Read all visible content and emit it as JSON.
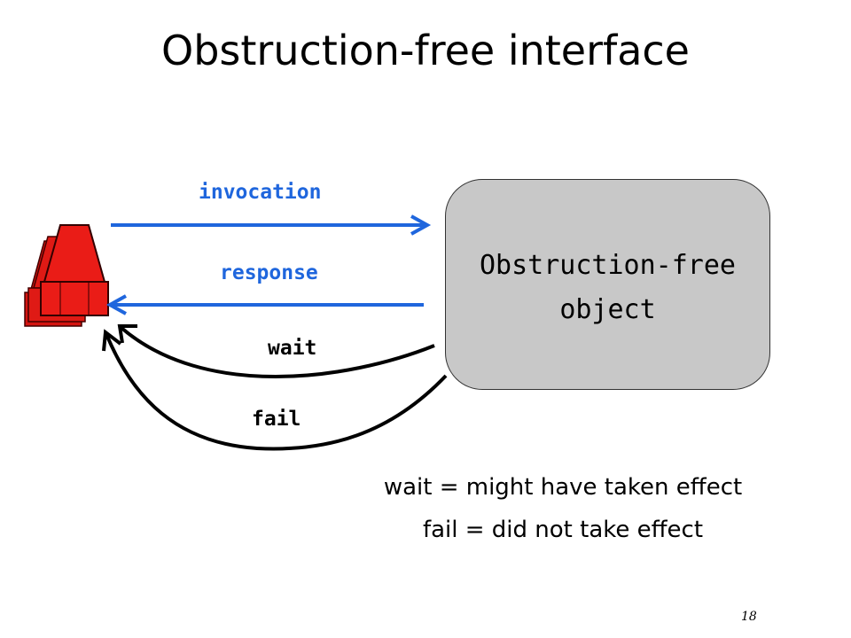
{
  "slide": {
    "title": "Obstruction-free interface",
    "page_number": "18"
  },
  "diagram": {
    "object_label": [
      "Obstruction-free",
      "object"
    ],
    "arrows": {
      "invocation": "invocation",
      "response": "response",
      "wait": "wait",
      "fail": "fail"
    },
    "legend": [
      "wait = might have taken effect",
      "fail = did not take effect"
    ],
    "colors": {
      "arrow_blue": "#1f66dd",
      "thread_red": "#e41b17",
      "object_fill": "#c8c8c8"
    },
    "icons": {
      "thread": "red-thread-stack-icon"
    }
  }
}
